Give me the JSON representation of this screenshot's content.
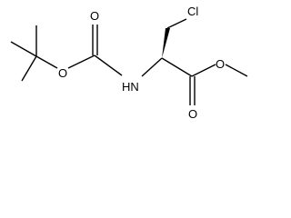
{
  "molecule": {
    "atoms": {
      "chlorine": "Cl",
      "carbamate_ester_oxygen": "O",
      "carbamate_carbonyl_oxygen": "O",
      "amine_nitrogen": "HN",
      "ester_oxygen": "O",
      "ester_carbonyl_oxygen": "O"
    }
  }
}
